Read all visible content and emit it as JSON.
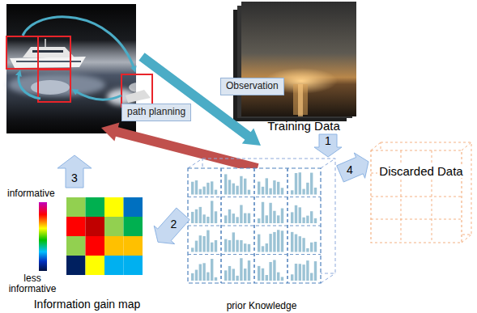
{
  "diagram": {
    "nodes": [
      {
        "text": [
          "Training Data"
        ]
      },
      {
        "text": [
          "prior Knowledge"
        ]
      },
      {
        "text": [
          "Discarded Data"
        ]
      },
      {
        "text": [
          "Information gain map"
        ]
      }
    ],
    "edges": [
      {
        "from": 0,
        "to": 1,
        "label": "1",
        "arrow": "to"
      },
      {
        "from": 1,
        "to": 3,
        "label": "2",
        "arrow": "to"
      },
      {
        "from": 1,
        "to": 2,
        "label": "4",
        "arrow": "to"
      }
    ],
    "labels": [
      "Observation",
      "path planning",
      "3",
      "informative",
      "less informative"
    ]
  }
}
